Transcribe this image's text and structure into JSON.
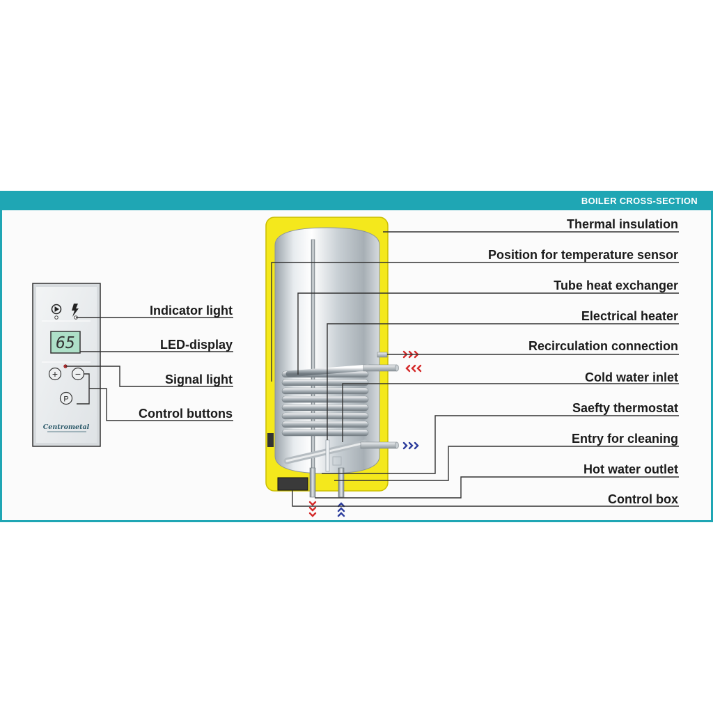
{
  "header": {
    "title": "BOILER CROSS-SECTION"
  },
  "panel": {
    "display_value": "65",
    "logo_text": "Centrometal",
    "button_plus": "+",
    "button_minus": "−",
    "button_p": "P"
  },
  "left_labels": {
    "indicator_light": "Indicator light",
    "led_display": "LED-display",
    "signal_light": "Signal light",
    "control_buttons": "Control buttons"
  },
  "right_labels": {
    "thermal_insulation": "Thermal insulation",
    "temp_sensor": "Position for temperature sensor",
    "tube_heat_exchanger": "Tube heat exchanger",
    "electrical_heater": "Electrical heater",
    "recirculation": "Recirculation connection",
    "cold_water_inlet": "Cold water inlet",
    "safety_thermostat": "Saefty thermostat",
    "entry_cleaning": "Entry for cleaning",
    "hot_water_outlet": "Hot water outlet",
    "control_box": "Control box"
  },
  "colors": {
    "accent": "#1fa6b4",
    "insulation": "#f4e81c",
    "arrow_red": "#d42a2a",
    "arrow_blue": "#2c3c9c",
    "display_green": "#aee0c8"
  }
}
